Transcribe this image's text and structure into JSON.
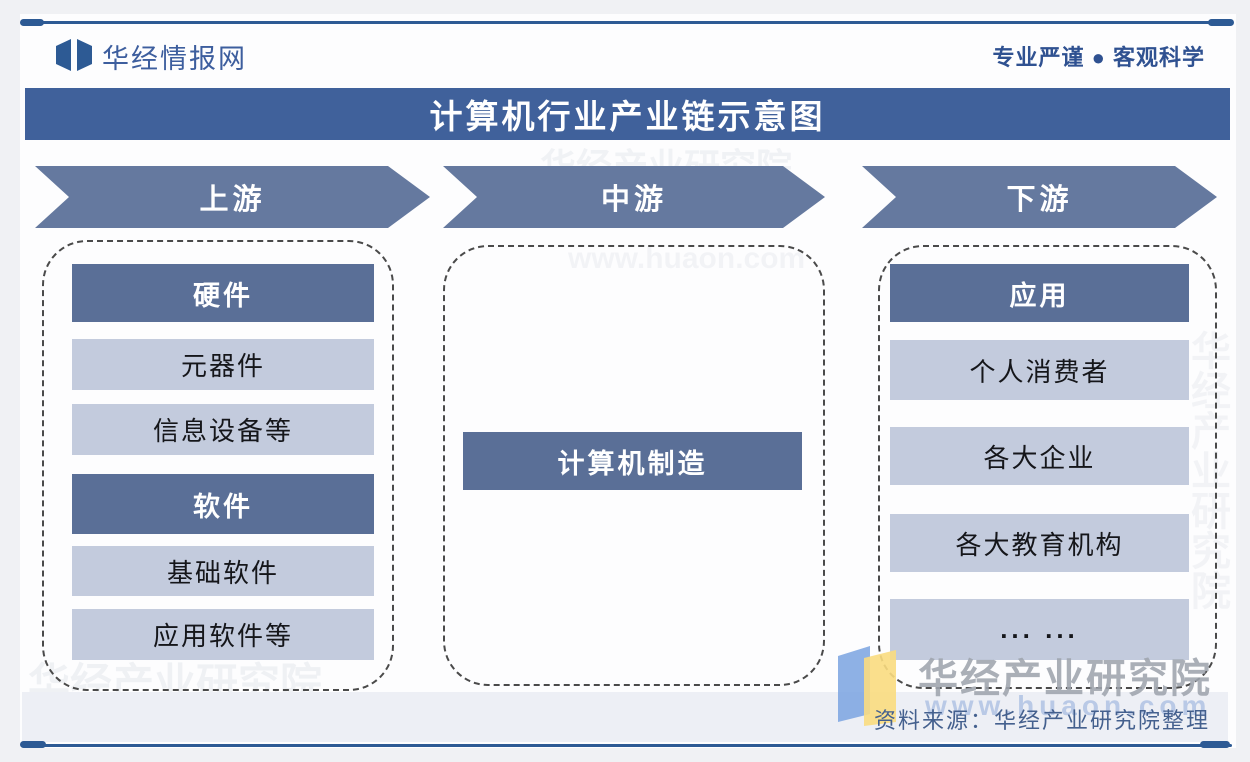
{
  "page": {
    "brand": "华经情报网",
    "slogan": "专业严谨 ● 客观科学",
    "title": "计算机行业产业链示意图"
  },
  "columns": [
    {
      "arrow": "上游",
      "rows": [
        {
          "text": "硬件"
        },
        {
          "text": "元器件"
        },
        {
          "text": "信息设备等"
        },
        {
          "text": "软件"
        },
        {
          "text": "基础软件"
        },
        {
          "text": "应用软件等"
        }
      ]
    },
    {
      "arrow": "中游",
      "rows": [
        {
          "text": "计算机制造"
        }
      ]
    },
    {
      "arrow": "下游",
      "rows": [
        {
          "text": "应用"
        },
        {
          "text": "个人消费者"
        },
        {
          "text": "各大企业"
        },
        {
          "text": "各大教育机构"
        },
        {
          "text": "... ..."
        }
      ]
    }
  ],
  "footer": {
    "watermark_title": "华经产业研究院",
    "watermark_url": "www.huaon.com",
    "source": "资料来源：华经产业研究院整理"
  },
  "colors": {
    "title_bar": "#40619b",
    "arrow": "#65799f",
    "header_box": "#5a6f97",
    "item_box": "#c3cbdd",
    "rule_line": "#2d5a94",
    "brand_text": "#3d5e9e",
    "logo_blue": "#7aa3e0",
    "logo_yellow": "#f9dc7f",
    "watermark_gray": "#9fa5ae",
    "watermark_blue": "#b9c9e6"
  }
}
